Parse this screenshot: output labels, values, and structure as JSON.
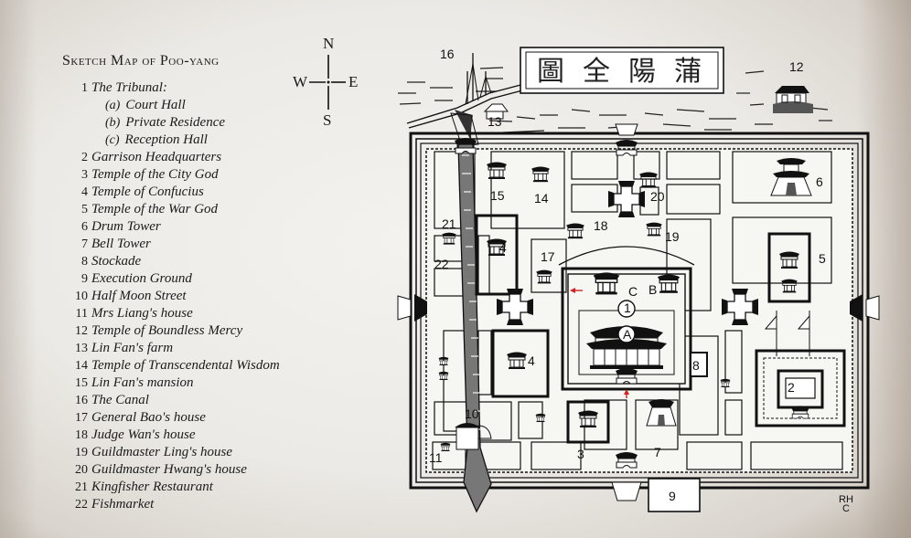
{
  "legend": {
    "title": "Sketch Map of Poo-yang",
    "items": [
      {
        "num": "1",
        "label": "The Tribunal:"
      },
      {
        "num": "(a)",
        "label": "Court Hall",
        "sub": true
      },
      {
        "num": "(b)",
        "label": "Private Residence",
        "sub": true
      },
      {
        "num": "(c)",
        "label": "Reception Hall",
        "sub": true
      },
      {
        "num": "2",
        "label": "Garrison Headquarters"
      },
      {
        "num": "3",
        "label": "Temple of the City God"
      },
      {
        "num": "4",
        "label": "Temple of Confucius"
      },
      {
        "num": "5",
        "label": "Temple of the War God"
      },
      {
        "num": "6",
        "label": "Drum Tower"
      },
      {
        "num": "7",
        "label": "Bell Tower"
      },
      {
        "num": "8",
        "label": "Stockade"
      },
      {
        "num": "9",
        "label": "Execution Ground"
      },
      {
        "num": "10",
        "label": "Half Moon Street"
      },
      {
        "num": "11",
        "label": "Mrs Liang's house"
      },
      {
        "num": "12",
        "label": "Temple of Boundless Mercy"
      },
      {
        "num": "13",
        "label": "Lin Fan's farm"
      },
      {
        "num": "14",
        "label": "Temple of Transcendental Wisdom"
      },
      {
        "num": "15",
        "label": "Lin Fan's mansion"
      },
      {
        "num": "16",
        "label": "The Canal"
      },
      {
        "num": "17",
        "label": "General Bao's house"
      },
      {
        "num": "18",
        "label": "Judge Wan's house"
      },
      {
        "num": "19",
        "label": "Guildmaster Ling's house"
      },
      {
        "num": "20",
        "label": "Guildmaster Hwang's house"
      },
      {
        "num": "21",
        "label": "Kingfisher Restaurant"
      },
      {
        "num": "22",
        "label": "Fishmarket"
      }
    ]
  },
  "compass": {
    "n": "N",
    "s": "S",
    "e": "E",
    "w": "W"
  },
  "map": {
    "cartouche": [
      "圖",
      "全",
      "陽",
      "蒲"
    ],
    "labels": {
      "l1": "1",
      "lA": "A",
      "lB": "B",
      "lC": "C",
      "l2": "2",
      "l3": "3",
      "l4a": "4",
      "l4b": "4",
      "l5": "5",
      "l6": "6",
      "l7": "7",
      "l8": "8",
      "l9": "9",
      "l10": "10",
      "l11": "11",
      "l12": "12",
      "l13": "13",
      "l14": "14",
      "l15": "15",
      "l16": "16",
      "l17": "17",
      "l18": "18",
      "l19": "19",
      "l20": "20",
      "l21": "21",
      "l22": "22"
    },
    "signature": [
      "RH",
      "C"
    ],
    "colors": {
      "ink": "#111111",
      "paper": "#f1f0ed",
      "arrow": "#d42020"
    }
  }
}
